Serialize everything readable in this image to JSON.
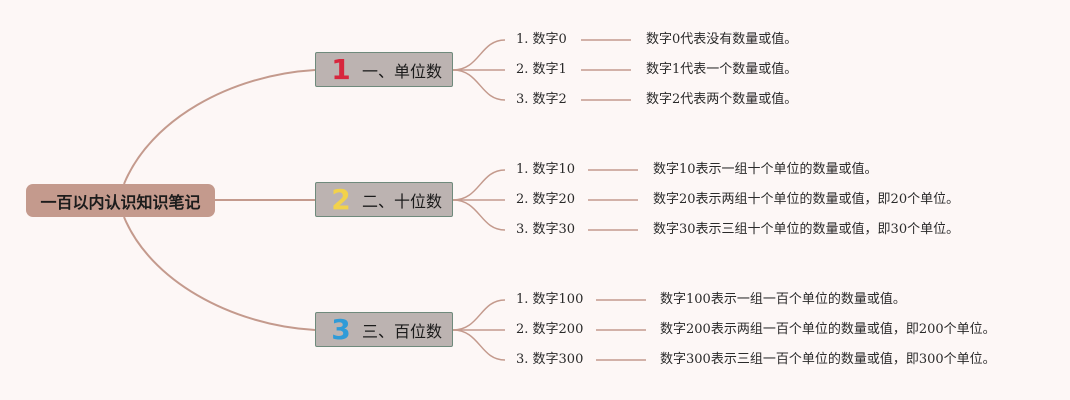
{
  "root": {
    "title": "一百以内认识知识笔记"
  },
  "branches": [
    {
      "number": "1",
      "number_color": "#d7263d",
      "label": "一、单位数",
      "items": [
        {
          "label": "1. 数字0",
          "desc": "数字0代表没有数量或值。"
        },
        {
          "label": "2. 数字1",
          "desc": "数字1代表一个数量或值。"
        },
        {
          "label": "3. 数字2",
          "desc": "数字2代表两个数量或值。"
        }
      ]
    },
    {
      "number": "2",
      "number_color": "#f2d24b",
      "label": "二、十位数",
      "items": [
        {
          "label": "1. 数字10",
          "desc": "数字10表示一组十个单位的数量或值。"
        },
        {
          "label": "2. 数字20",
          "desc": "数字20表示两组十个单位的数量或值，即20个单位。"
        },
        {
          "label": "3. 数字30",
          "desc": "数字30表示三组十个单位的数量或值，即30个单位。"
        }
      ]
    },
    {
      "number": "3",
      "number_color": "#2f9bd8",
      "label": "三、百位数",
      "items": [
        {
          "label": "1. 数字100",
          "desc": "数字100表示一组一百个单位的数量或值。"
        },
        {
          "label": "2. 数字200",
          "desc": "数字200表示两组一百个单位的数量或值，即200个单位。"
        },
        {
          "label": "3. 数字300",
          "desc": "数字300表示三组一百个单位的数量或值，即300个单位。"
        }
      ]
    }
  ],
  "colors": {
    "connector": "#c49a8d",
    "background": "#fdf7f6"
  }
}
